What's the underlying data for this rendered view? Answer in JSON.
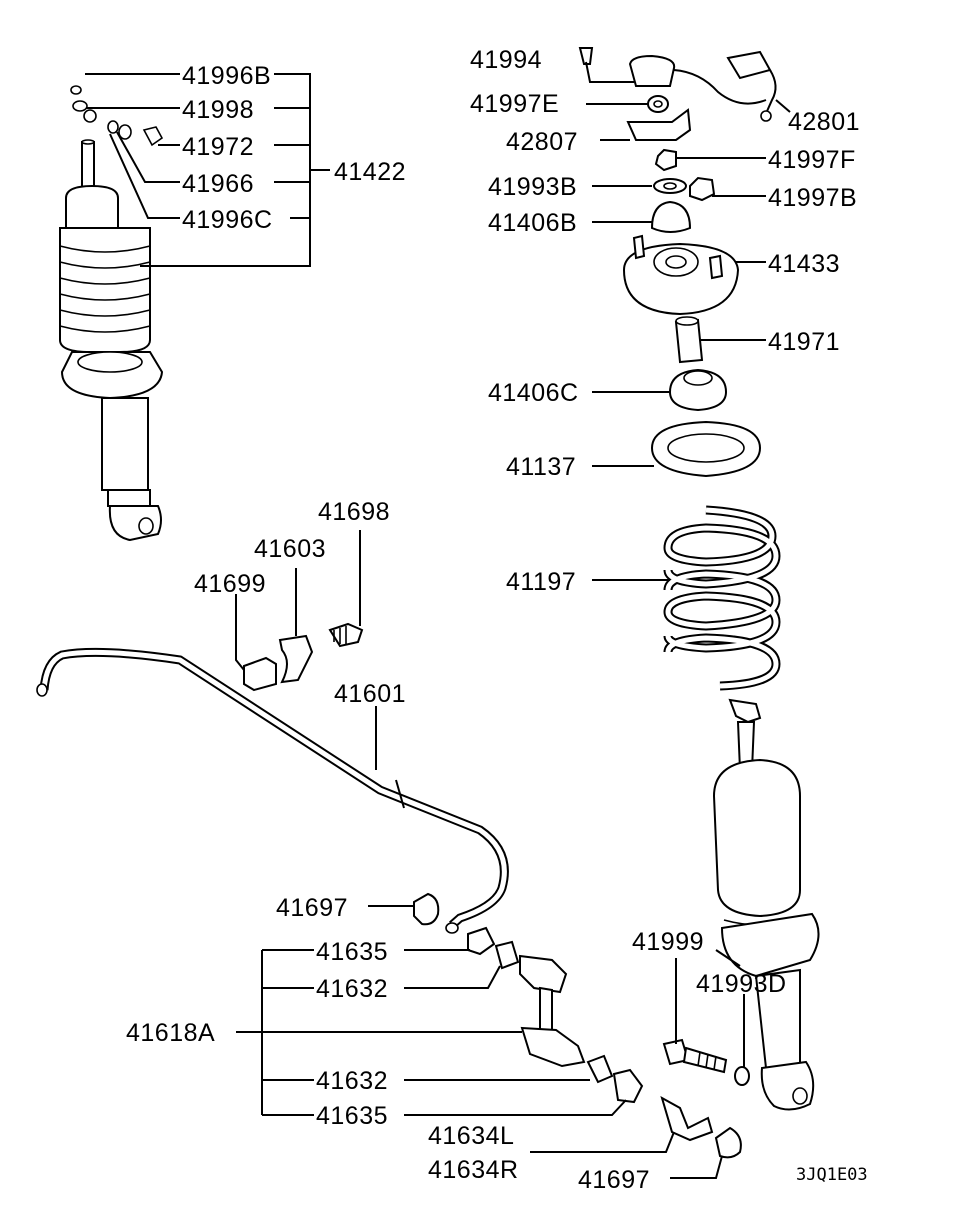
{
  "diagram": {
    "code": "3JQ1E03",
    "labels": {
      "l41996B": "41996B",
      "l41998": "41998",
      "l41972": "41972",
      "l41966": "41966",
      "l41996C": "41996C",
      "l41422": "41422",
      "l41994": "41994",
      "l42801": "42801",
      "l41997E": "41997E",
      "l42807": "42807",
      "l41997F": "41997F",
      "l41993B": "41993B",
      "l41997B": "41997B",
      "l41406B": "41406B",
      "l41433": "41433",
      "l41971": "41971",
      "l41406C": "41406C",
      "l41137": "41137",
      "l41197": "41197",
      "l41698": "41698",
      "l41603": "41603",
      "l41699": "41699",
      "l41601": "41601",
      "l41697a": "41697",
      "l41635a": "41635",
      "l41632a": "41632",
      "l41618A": "41618A",
      "l41632b": "41632",
      "l41635b": "41635",
      "l41999": "41999",
      "l41993D": "41993D",
      "l41634L": "41634L",
      "l41634R": "41634R",
      "l41697b": "41697"
    }
  }
}
